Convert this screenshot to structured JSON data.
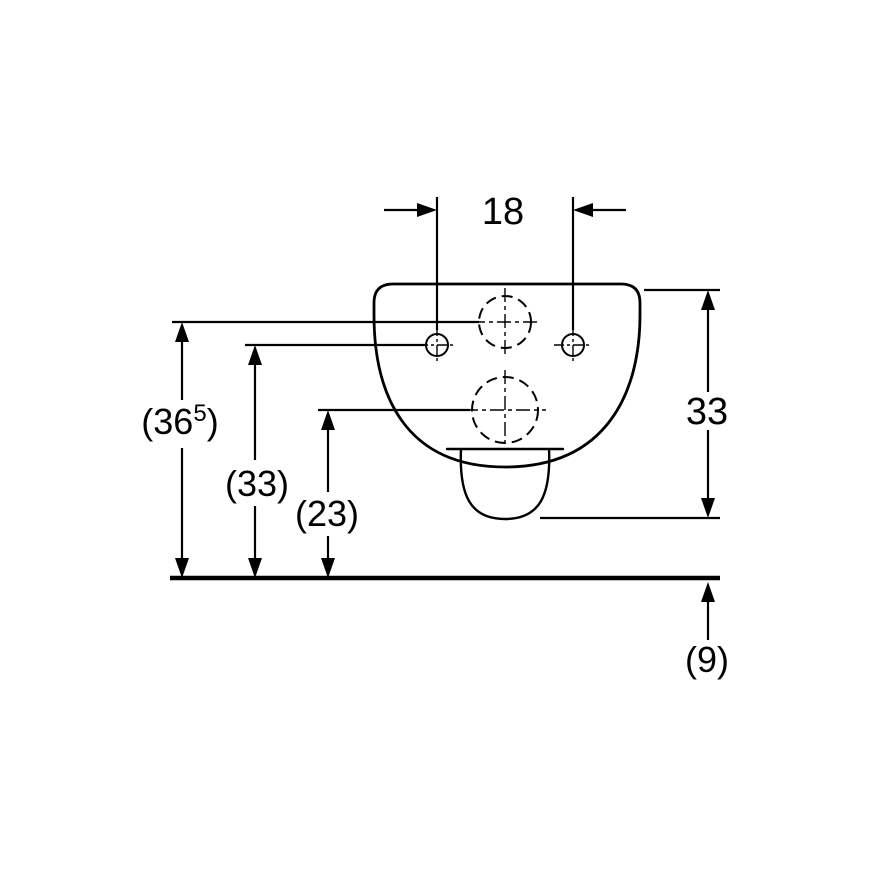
{
  "drawing": {
    "kind": "technical-dimension-drawing",
    "subject": "wall-hung-toilet-rear-view",
    "colors": {
      "line": "#000000",
      "background": "#ffffff"
    },
    "labels": {
      "top_width": "18",
      "right_height": "33",
      "left_outer_prefix": "(36",
      "left_outer_sup": "5",
      "left_outer_suffix": ")",
      "left_middle": "(33)",
      "left_inner": "(23)",
      "floor_offset": "(9)"
    }
  }
}
